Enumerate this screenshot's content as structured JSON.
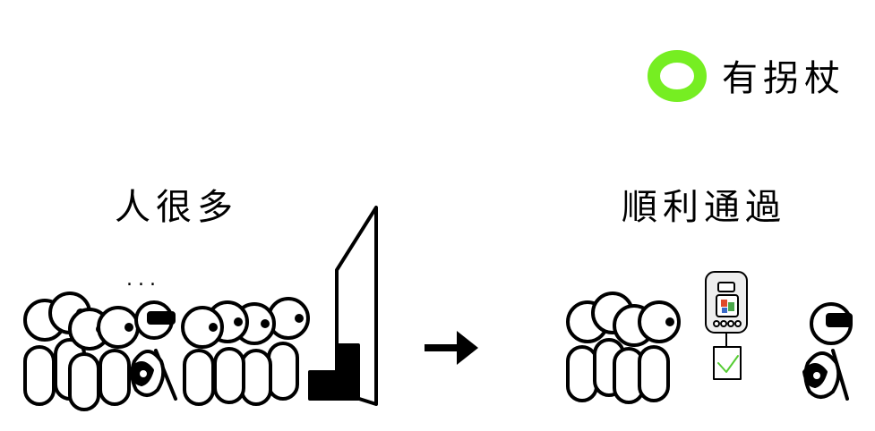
{
  "badge": {
    "label": "有拐杖",
    "ring_color": "#76ee22"
  },
  "scene_left": {
    "caption": "人很多",
    "ellipsis": "..."
  },
  "scene_right": {
    "caption": "順利通過"
  },
  "arrow": {
    "direction": "right"
  },
  "colors": {
    "line": "#000000",
    "fill": "#ffffff",
    "check": "#55cc33"
  }
}
